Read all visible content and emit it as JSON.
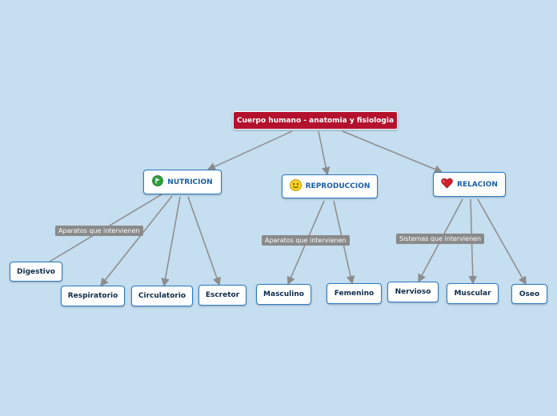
{
  "root": {
    "label": "Cuerpo humano - anatomia y fisiologia"
  },
  "branches": [
    {
      "label": "NUTRICION",
      "icon": "green-flag-icon",
      "link_label": "Aparatos que intervienen",
      "children": [
        "Digestivo",
        "Respiratorio",
        "Circulatorio",
        "Escretor"
      ]
    },
    {
      "label": "REPRODUCCION",
      "icon": "smiley-face-icon",
      "link_label": "Aparatos que intervienen",
      "children": [
        "Masculino",
        "Femenino"
      ]
    },
    {
      "label": "RELACION",
      "icon": "heart-icon",
      "link_label": "Sistemas que intervienen",
      "children": [
        "Nervioso",
        "Muscular",
        "Oseo"
      ]
    }
  ],
  "colors": {
    "background": "#c5def0",
    "root_fill": "#b3112e",
    "node_border": "#2a7bc5",
    "connector": "#8c8c8c",
    "link_label_fill": "#8a8a8a"
  }
}
